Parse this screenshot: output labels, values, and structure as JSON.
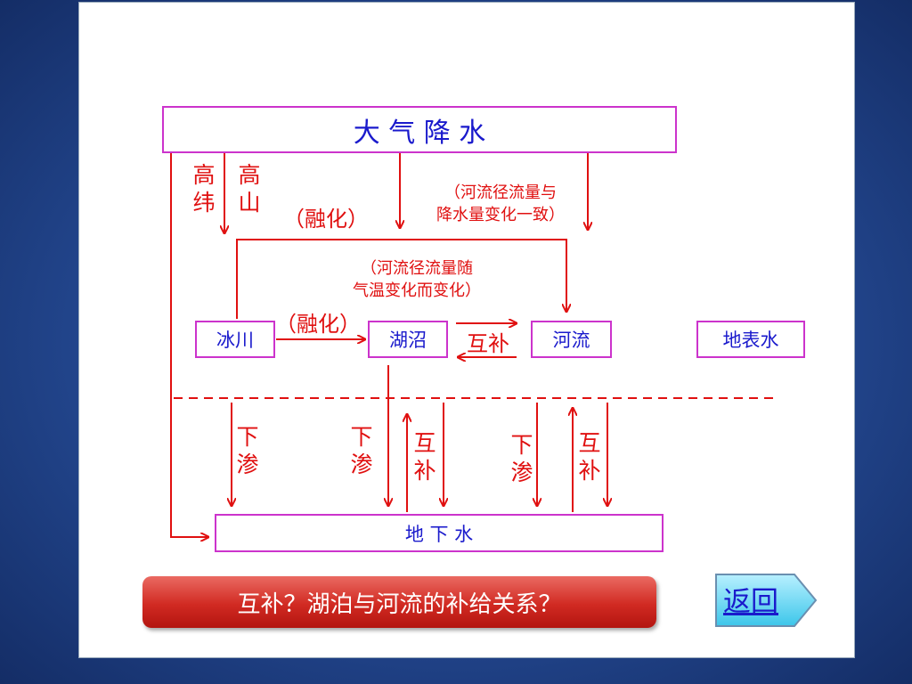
{
  "boxes": {
    "precipitation": "大  气  降  水",
    "glacier": "冰川",
    "lake": "湖沼",
    "river": "河流",
    "surface_water": "地表水",
    "groundwater": "地  下  水"
  },
  "labels": {
    "high_latitude": "高\n纬",
    "high_mountain": "高\n山",
    "melt_top": "（融化）",
    "note_rain": "（河流径流量与\n降水量变化一致）",
    "note_temp": "（河流径流量随\n气温变化而变化）",
    "melt_mid": "（融化）",
    "mutual_h": "互补",
    "seep_1": "下\n渗",
    "seep_2": "下\n渗",
    "mutual_1": "互\n补",
    "seep_3": "下\n渗",
    "mutual_2": "互\n补"
  },
  "bottom": {
    "question": "互补？湖泊与河流的补给关系？",
    "back_button": "返回"
  },
  "colors": {
    "arrow": "#e01010",
    "box_border": "#cc33cc",
    "box_text": "#1a1acc"
  }
}
